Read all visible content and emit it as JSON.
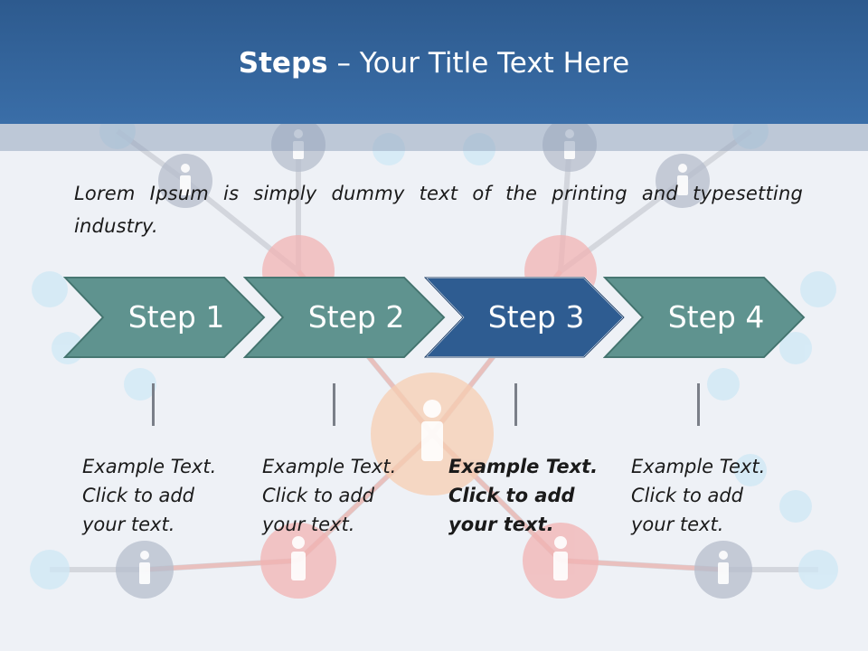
{
  "title": {
    "bold": "Steps",
    "rest": " – Your Title Text Here"
  },
  "intro": "Lorem Ipsum is simply dummy text of the printing and typesetting industry.",
  "colors": {
    "step": "#5f938f",
    "active": "#2e5c91",
    "header": "#2f5e96"
  },
  "steps": [
    {
      "label": "Step 1",
      "active": false,
      "text": [
        "Example Text.",
        "Click  to add",
        "your text."
      ]
    },
    {
      "label": "Step 2",
      "active": false,
      "text": [
        "Example Text.",
        "Click  to add",
        "your text."
      ]
    },
    {
      "label": "Step 3",
      "active": true,
      "text": [
        "Example Text.",
        "Click  to add",
        "your text."
      ]
    },
    {
      "label": "Step 4",
      "active": false,
      "text": [
        "Example Text.",
        "Click  to add",
        "your text."
      ]
    }
  ]
}
